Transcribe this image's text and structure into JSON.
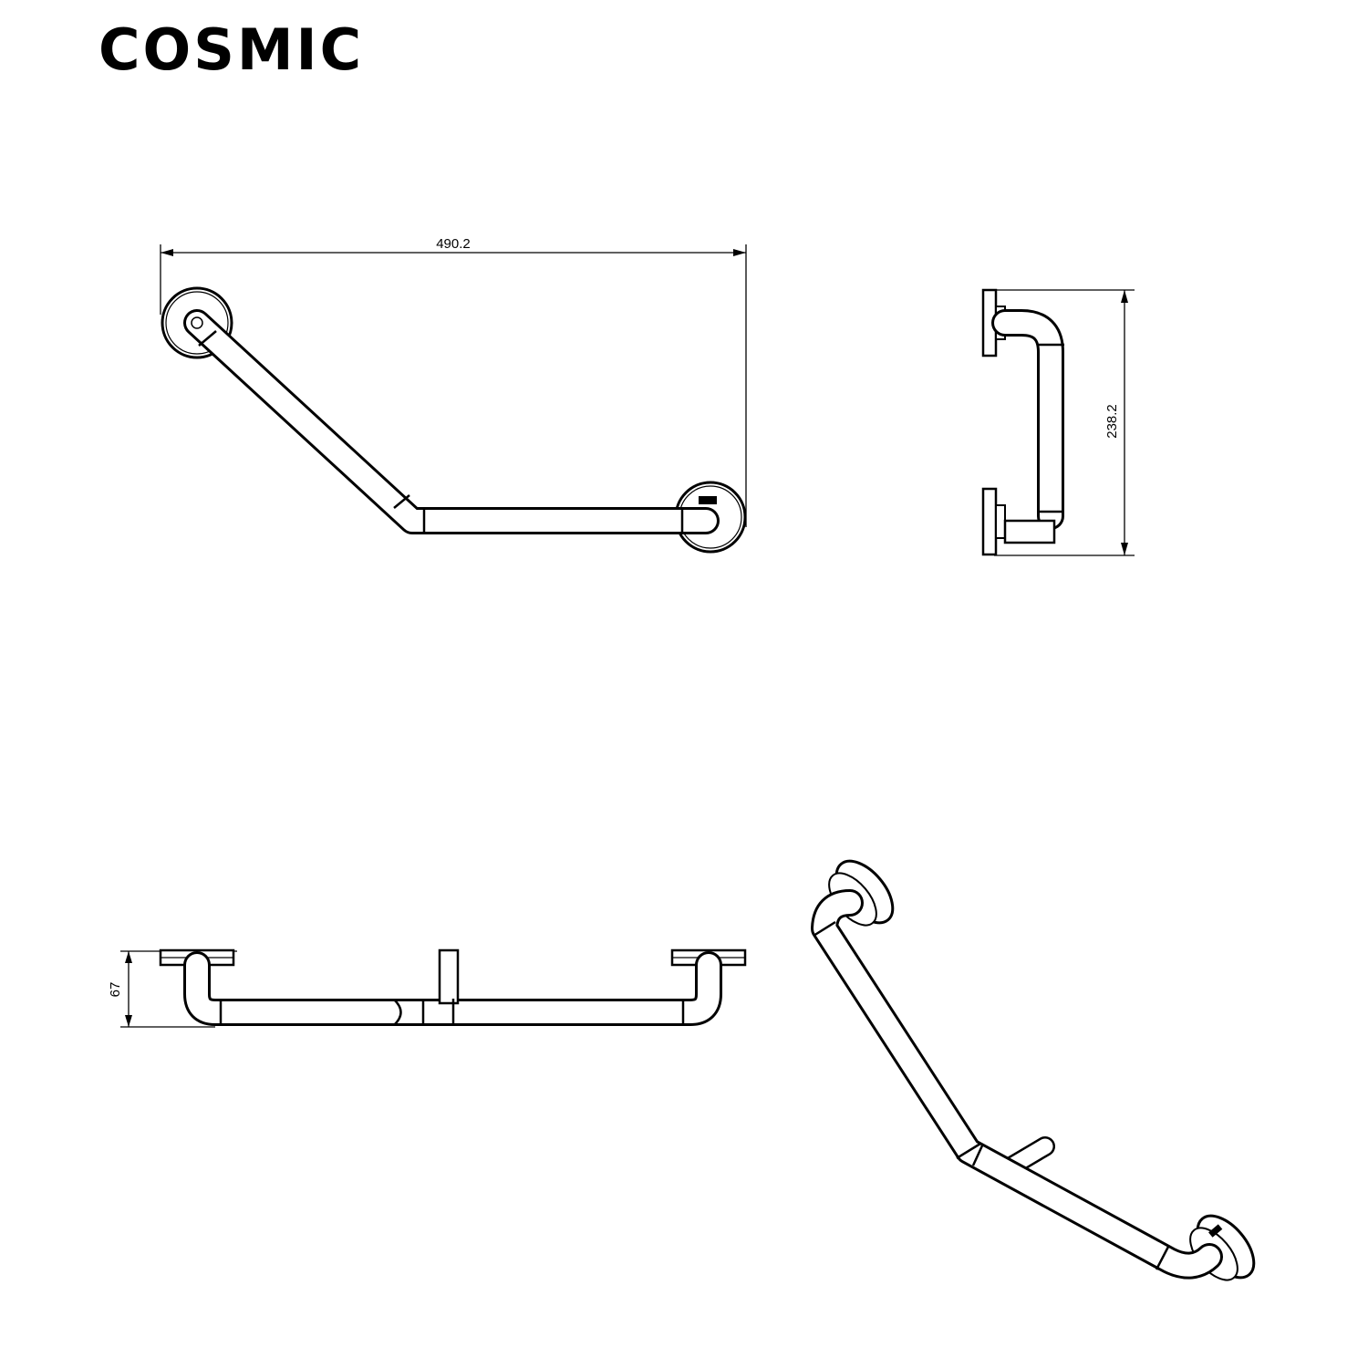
{
  "brand": {
    "name": "COSMIC"
  },
  "dimensions": {
    "overall_width": "490.2",
    "overall_height": "238.2",
    "projection": "67"
  },
  "colors": {
    "line": "#000000",
    "background": "#ffffff"
  }
}
